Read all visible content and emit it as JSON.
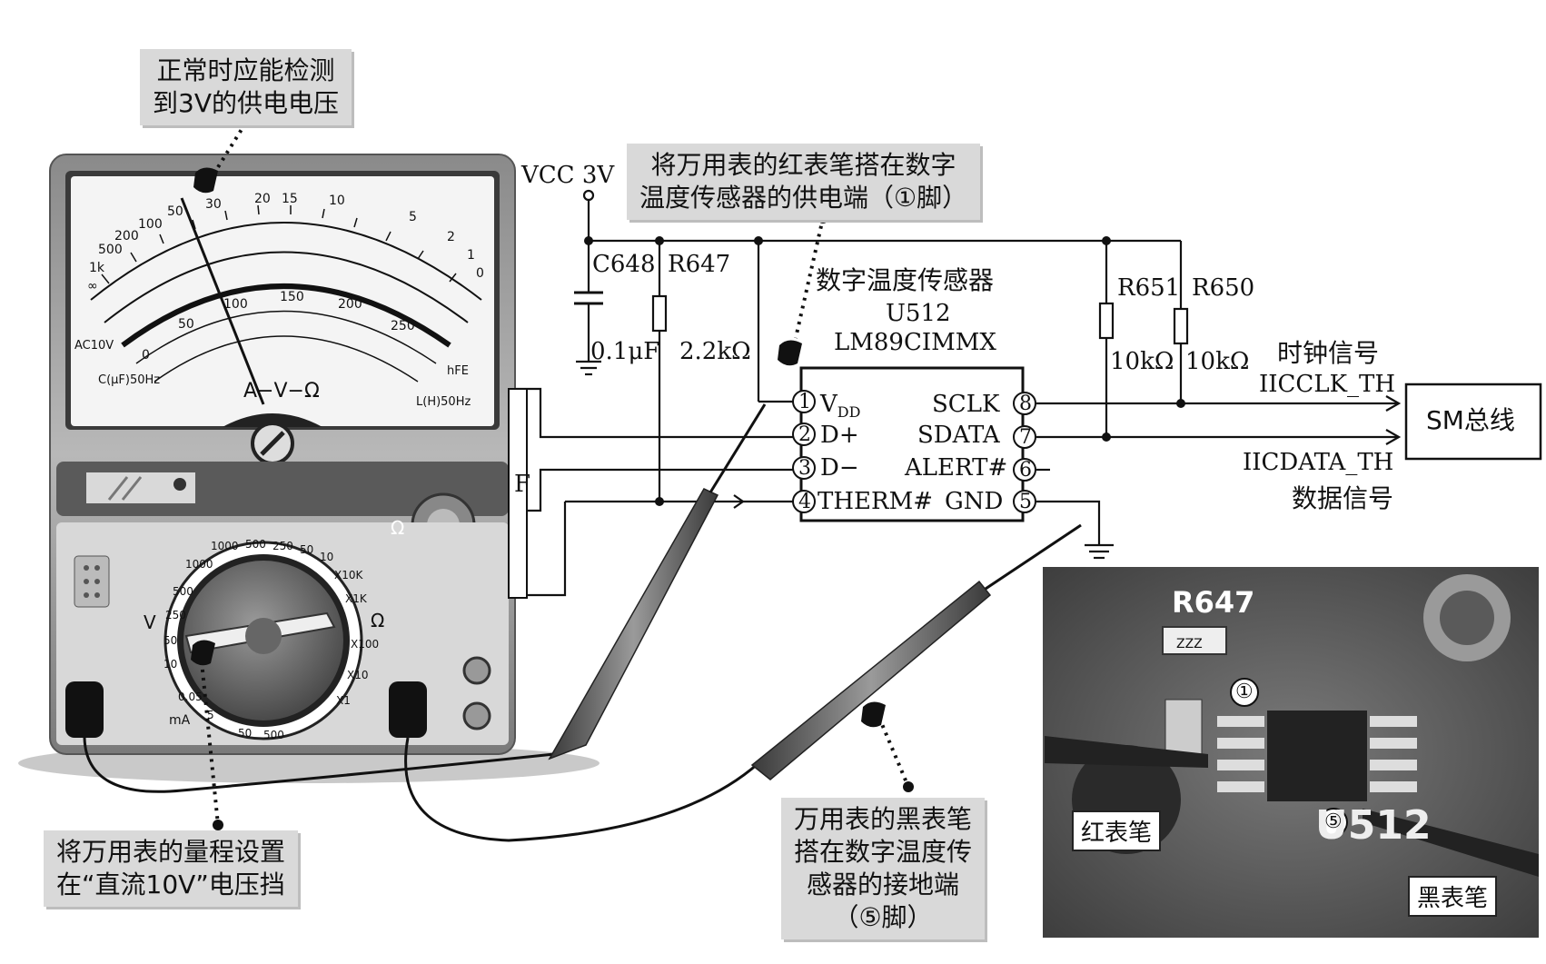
{
  "notes": {
    "supply_check": [
      "正常时应能检测",
      "到3V的供电电压"
    ],
    "red_probe": [
      "将万用表的红表笔搭在数字",
      "温度传感器的供电端（①脚）"
    ],
    "range_setting": [
      "将万用表的量程设置",
      "在“直流10V”电压挡"
    ],
    "black_probe": [
      "万用表的黑表笔",
      "搭在数字温度传",
      "感器的接地端",
      "（⑤脚）"
    ]
  },
  "circuit": {
    "vcc_label": "VCC 3V",
    "c648": "C648",
    "c648_value": "0.1μF",
    "r647": "R647",
    "r647_value": "2.2kΩ",
    "r651": "R651",
    "r651_value": "10kΩ",
    "r650": "R650",
    "r650_value": "10kΩ",
    "chip_name": "数字温度传感器",
    "chip_ref": "U512",
    "chip_part": "LM89CIMMX",
    "pins_left": [
      {
        "num": "1",
        "name": "V",
        "sub": "DD"
      },
      {
        "num": "2",
        "name": "D+"
      },
      {
        "num": "3",
        "name": "D−"
      },
      {
        "num": "4",
        "name": "THERM#"
      }
    ],
    "pins_right": [
      {
        "num": "8",
        "name": "SCLK"
      },
      {
        "num": "7",
        "name": "SDATA"
      },
      {
        "num": "6",
        "name": "ALERT#"
      },
      {
        "num": "5",
        "name": "GND"
      }
    ],
    "clock_signal": "时钟信号",
    "clock_net": "IICCLK_TH",
    "data_net": "IICDATA_TH",
    "data_signal": "数据信号",
    "bus_label": "SM总线",
    "hidden_label": "F"
  },
  "meter": {
    "center_label": "A−V−Ω",
    "ohm_symbol": "Ω",
    "v_label": "V",
    "ma_label": "mA",
    "ac10v": "AC10V",
    "cap_label": "C(μF)50Hz",
    "ind_label": "L(H)50Hz",
    "hfe": "hFE",
    "ohm_scale": [
      "∞",
      "1k",
      "500",
      "200",
      "100",
      "50",
      "30",
      "20",
      "15",
      "10",
      "5",
      "2",
      "1",
      "0"
    ],
    "dcv_scale": [
      "0",
      "50",
      "100",
      "150",
      "200",
      "250"
    ],
    "dial_v": [
      "1000",
      "500",
      "250",
      "50",
      "10"
    ],
    "dial_ohm": [
      "X10K",
      "X1K",
      "X100",
      "X10",
      "X1"
    ],
    "dial_ma": [
      "0.05",
      "5",
      "50",
      "500"
    ],
    "dial_left": [
      "10",
      "50",
      "250",
      "500",
      "1000"
    ]
  },
  "photo": {
    "r647": "R647",
    "u512": "U512",
    "pin1": "①",
    "pin5": "⑤",
    "red_probe": "红表笔",
    "black_probe": "黑表笔",
    "smd_code": "ZZZ"
  }
}
